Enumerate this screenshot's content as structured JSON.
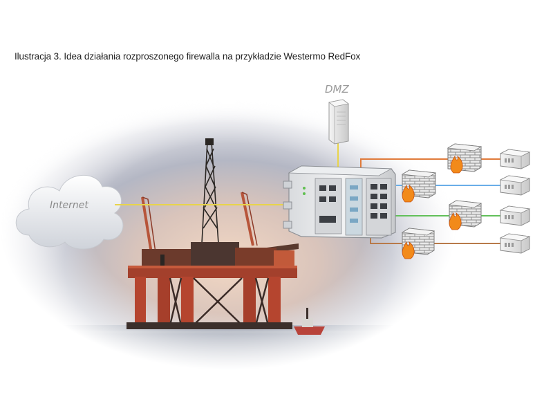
{
  "caption": "Ilustracja 3. Idea działania rozproszonego firewalla na przykładzie Westermo RedFox",
  "labels": {
    "dmz": "DMZ",
    "internet": "Internet"
  },
  "colors": {
    "main_link": "#e8d44a",
    "link_orange": "#e07a3a",
    "link_blue": "#6aaee8",
    "link_green": "#62c05a",
    "link_brown": "#b87a4a",
    "flame": "#f28a1a"
  }
}
